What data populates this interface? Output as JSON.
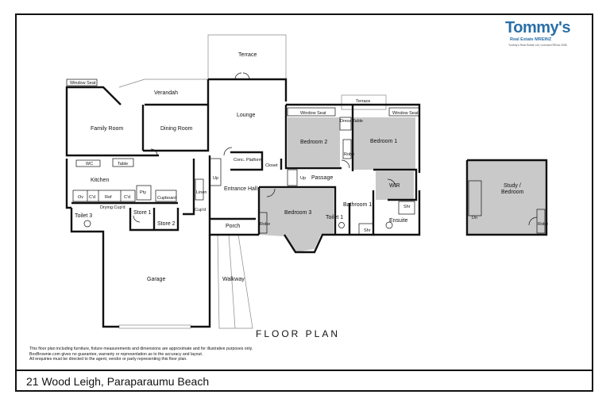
{
  "brand": {
    "name": "Tommy's",
    "subtitle": "Real Estate MREINZ",
    "tagline": "Tommy's Real Estate Ltd, Licensed REAA 2008",
    "accent_color": "#2a6fa8",
    "logo_mark_color": "#3aa64a"
  },
  "plan": {
    "title": "FLOOR PLAN",
    "shaded_color": "#c9c9c9",
    "wall_color": "#111111"
  },
  "rooms": {
    "terrace_top": "Terrace",
    "window_seat_left": "Window Seat",
    "verandah": "Verandah",
    "lounge": "Lounge",
    "family_room": "Family Room",
    "dining_room": "Dining Room",
    "terrace_small": "Terrace",
    "window_seat_bed2": "Window Seat",
    "window_seat_bed1": "Window Seat",
    "dress_table": "Dress Table",
    "bedroom_2": "Bedroom 2",
    "bedroom_1": "Bedroom 1",
    "robe_b1": "Robe",
    "wc": "WC",
    "table": "Table",
    "conc_platform": "Conc. Platform",
    "closet": "Closet",
    "kitchen": "Kitchen",
    "up_1": "Up",
    "up_2": "Up",
    "passage": "Passage",
    "wir": "WIR",
    "linen": "Linen",
    "entrance_hall": "Entrance Hall",
    "pty": "Pty",
    "ov": "Ov",
    "cd1": "C'd",
    "ref": "Ref",
    "cd2": "C'd",
    "cupboard": "Cupboard",
    "cupd": "Cup'd",
    "drying_cupd": "Drying Cup'd",
    "toilet_3": "Toilet 3",
    "store_1": "Store 1",
    "store_2": "Store 2",
    "robe_b3": "Robe",
    "bedroom_3": "Bedroom 3",
    "bathroom_1": "Bathroom 1",
    "toilet_1": "Toilet 1",
    "shr_1": "Shr",
    "ensuite": "Ensuite",
    "shr_2": "Shr",
    "porch": "Porch",
    "garage": "Garage",
    "walkway": "Walkway",
    "study_bedroom_1": "Study /",
    "study_bedroom_2": "Bedroom",
    "dn": "Dn",
    "robe_study": "Robe"
  },
  "disclaimer": [
    "This floor plan including furniture, fixture measurements and dimensions are approximate and for illustrative purposes only.",
    "BoxBrownie.com gives no guarantee, warranty or representation as to the accuracy and layout.",
    "All enquiries must be directed to the agent, vendor or party representing this floor plan."
  ],
  "address": "21 Wood Leigh, Paraparaumu Beach"
}
